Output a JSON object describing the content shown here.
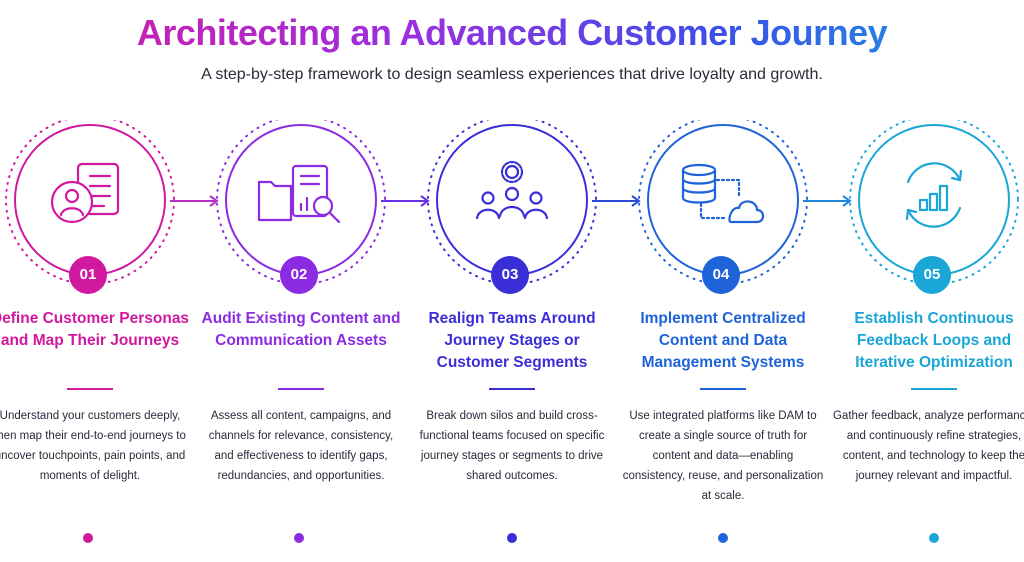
{
  "header": {
    "title": "Architecting an Advanced Customer Journey",
    "subtitle": "A step-by-step framework to design seamless experiences that drive loyalty and growth."
  },
  "colors": {
    "step1": "#d0199e",
    "step2": "#8b2be2",
    "step3": "#3a2fd6",
    "step4": "#1f63d8",
    "step5": "#1aa6d6"
  },
  "steps": [
    {
      "number": "01",
      "title": "Define Customer Personas and Map Their Journeys",
      "description": "Understand your customers deeply, then map their end-to-end journeys to uncover touchpoints, pain points, and moments of delight.",
      "icon": "persona-profile-icon"
    },
    {
      "number": "02",
      "title": "Audit Existing Content and Communication Assets",
      "description": "Assess all content, campaigns, and channels for relevance, consistency, and effectiveness to identify gaps, redundancies, and opportunities.",
      "icon": "folder-audit-icon"
    },
    {
      "number": "03",
      "title": "Realign Teams Around Journey Stages or Customer Segments",
      "description": "Break down silos and build cross-functional teams focused on specific journey stages or segments to drive shared outcomes.",
      "icon": "team-gear-icon"
    },
    {
      "number": "04",
      "title": "Implement Centralized Content and Data Management Systems",
      "description": "Use integrated platforms like DAM to create a single source of truth for content and data—enabling consistency, reuse, and personalization at scale.",
      "icon": "database-cloud-icon"
    },
    {
      "number": "05",
      "title": "Establish Continuous Feedback Loops and Iterative Optimization",
      "description": "Gather feedback, analyze performance, and continuously refine strategies, content, and technology to keep the journey relevant and impactful.",
      "icon": "feedback-loop-chart-icon"
    }
  ]
}
